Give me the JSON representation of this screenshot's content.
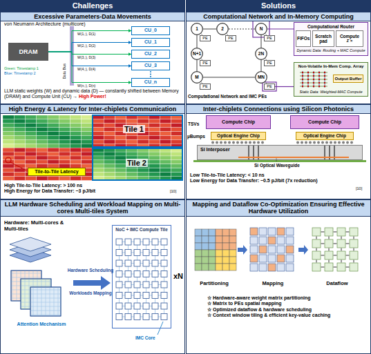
{
  "diagram": {
    "nodes": [
      {
        "text": [
          "Challenges"
        ]
      },
      {
        "text": [
          "Solutions"
        ]
      },
      {
        "text": [
          "Excessive Parameters-Data Movements"
        ]
      },
      {
        "text": [
          "Computational Network and In-Memory Computing"
        ]
      },
      {
        "text": [
          "High Energy & Latency for Inter-chiplets Communication"
        ]
      },
      {
        "text": [
          "Inter-chiplets Connections using Silicon Photonics"
        ]
      },
      {
        "text": [
          "LLM Hardware Scheduling and Workload Mapping on Multi-cores Multi-tiles System"
        ]
      },
      {
        "text": [
          "Mapping and Dataflow Co-Optimization Ensuring Effective Hardware Utilization"
        ]
      },
      {
        "text": [
          "DRAM"
        ]
      },
      {
        "text": [
          "CU_0"
        ]
      },
      {
        "text": [
          "CU_1"
        ]
      },
      {
        "text": [
          "CU_2"
        ]
      },
      {
        "text": [
          "CU_3"
        ]
      },
      {
        "text": [
          "CU_n"
        ]
      },
      {
        "text": [
          "1"
        ]
      },
      {
        "text": [
          "2"
        ]
      },
      {
        "text": [
          "N"
        ]
      },
      {
        "text": [
          "N+1"
        ]
      },
      {
        "text": [
          "2N"
        ]
      },
      {
        "text": [
          "M"
        ]
      },
      {
        "text": [
          "MN"
        ]
      },
      {
        "text": [
          "PE"
        ]
      },
      {
        "text": [
          "PE"
        ]
      },
      {
        "text": [
          "PE"
        ]
      },
      {
        "text": [
          "PE"
        ]
      },
      {
        "text": [
          "PE"
        ]
      },
      {
        "text": [
          "PE"
        ]
      },
      {
        "text": [
          "PE"
        ]
      },
      {
        "text": [
          "Computational Router",
          "Dynamic Data: Routing + MAC Compute"
        ]
      },
      {
        "text": [
          "FIFOs"
        ],
        "in": 28
      },
      {
        "text": [
          "Scratch pad"
        ],
        "in": 28
      },
      {
        "text": [
          "Compute",
          "Σ ×"
        ],
        "in": 28
      },
      {
        "text": [
          "Non-Volatile In-Mem Comp. Array",
          "Static Data: Weighted-MAC Compute"
        ]
      },
      {
        "text": [
          "Output Buffer"
        ],
        "in": 32
      },
      {
        "text": [
          "Tile-to-Tile Latency"
        ]
      },
      {
        "text": [
          "Compute Chip"
        ]
      },
      {
        "text": [
          "Compute Chip"
        ]
      },
      {
        "text": [
          "Optical Engine Chip"
        ]
      },
      {
        "text": [
          "Optical Engine Chip"
        ]
      },
      {
        "text": [
          "Si Interposer"
        ]
      },
      {
        "text": [
          "NoC + IMC Compute Tile"
        ]
      }
    ],
    "edges": [
      {
        "from": 8,
        "to": 9,
        "arrow": "to"
      },
      {
        "from": 8,
        "to": 10,
        "arrow": "to"
      },
      {
        "from": 8,
        "to": 11,
        "arrow": "to"
      },
      {
        "from": 8,
        "to": 12,
        "arrow": "to"
      },
      {
        "from": 8,
        "to": 13,
        "arrow": "to"
      },
      {
        "from": 14,
        "to": 15,
        "arrow": "none"
      },
      {
        "from": 15,
        "to": 16,
        "arrow": "none"
      },
      {
        "from": 14,
        "to": 17,
        "arrow": "none"
      },
      {
        "from": 16,
        "to": 18,
        "arrow": "none"
      },
      {
        "from": 17,
        "to": 19,
        "arrow": "none"
      },
      {
        "from": 18,
        "to": 20,
        "arrow": "none"
      },
      {
        "from": 19,
        "to": 20,
        "arrow": "none"
      },
      {
        "from": 14,
        "to": 21,
        "arrow": "none"
      },
      {
        "from": 15,
        "to": 22,
        "arrow": "none"
      },
      {
        "from": 16,
        "to": 23,
        "arrow": "none"
      },
      {
        "from": 17,
        "to": 24,
        "arrow": "none"
      },
      {
        "from": 18,
        "to": 25,
        "arrow": "none"
      },
      {
        "from": 19,
        "to": 26,
        "arrow": "none"
      },
      {
        "from": 20,
        "to": 27,
        "arrow": "none"
      },
      {
        "from": 16,
        "to": 28,
        "arrow": "none"
      },
      {
        "from": 27,
        "to": 32,
        "arrow": "none"
      }
    ],
    "labels": [
      "von Neumann Architecture (multicore)",
      "Data Bus",
      "W(1,:), D(1)",
      "W(2,:), D(2)",
      "W(3,:), D(3)",
      "W(4,:), D(4)",
      "W(n,:), D(n)",
      "Green: Timestamp 1",
      "Blue: Timestamp 2",
      "LLM static weights (W) and dynamic data (D) — constantly shifted between Memory (DRAM) and Compute Unit (CU) →",
      "High Power!",
      "Computational Network and IMC PEs",
      "Tile 1",
      "Tile 2",
      "High Tile-to-Tile Latency: > 100 ns",
      "High Energy for Data Transfer: ~3 pJ/bit",
      "[10]",
      "TSVs",
      "µBumps",
      "Si Optical Waveguide",
      "Low Tile-to-Tile Latency: < 10 ns",
      "Low Energy for Data Transfer: ~0.5 pJ/bit (7x reduction)",
      "[10]",
      "Hardware: Multi-cores & Multi-tiles",
      "Attention Mechanism",
      "Hardware Scheduling",
      "Workloads Mapping",
      "IMC Core",
      "xN",
      "Partitioning",
      "Mapping",
      "Dataflow",
      "☆ Hardware-aware weight matrix partitioning",
      "☆ Matrix to PEs spatial mapping",
      "☆ Optimized dataflow & hardware scheduling",
      "☆ Context window tiling & efficient key-value caching"
    ]
  }
}
